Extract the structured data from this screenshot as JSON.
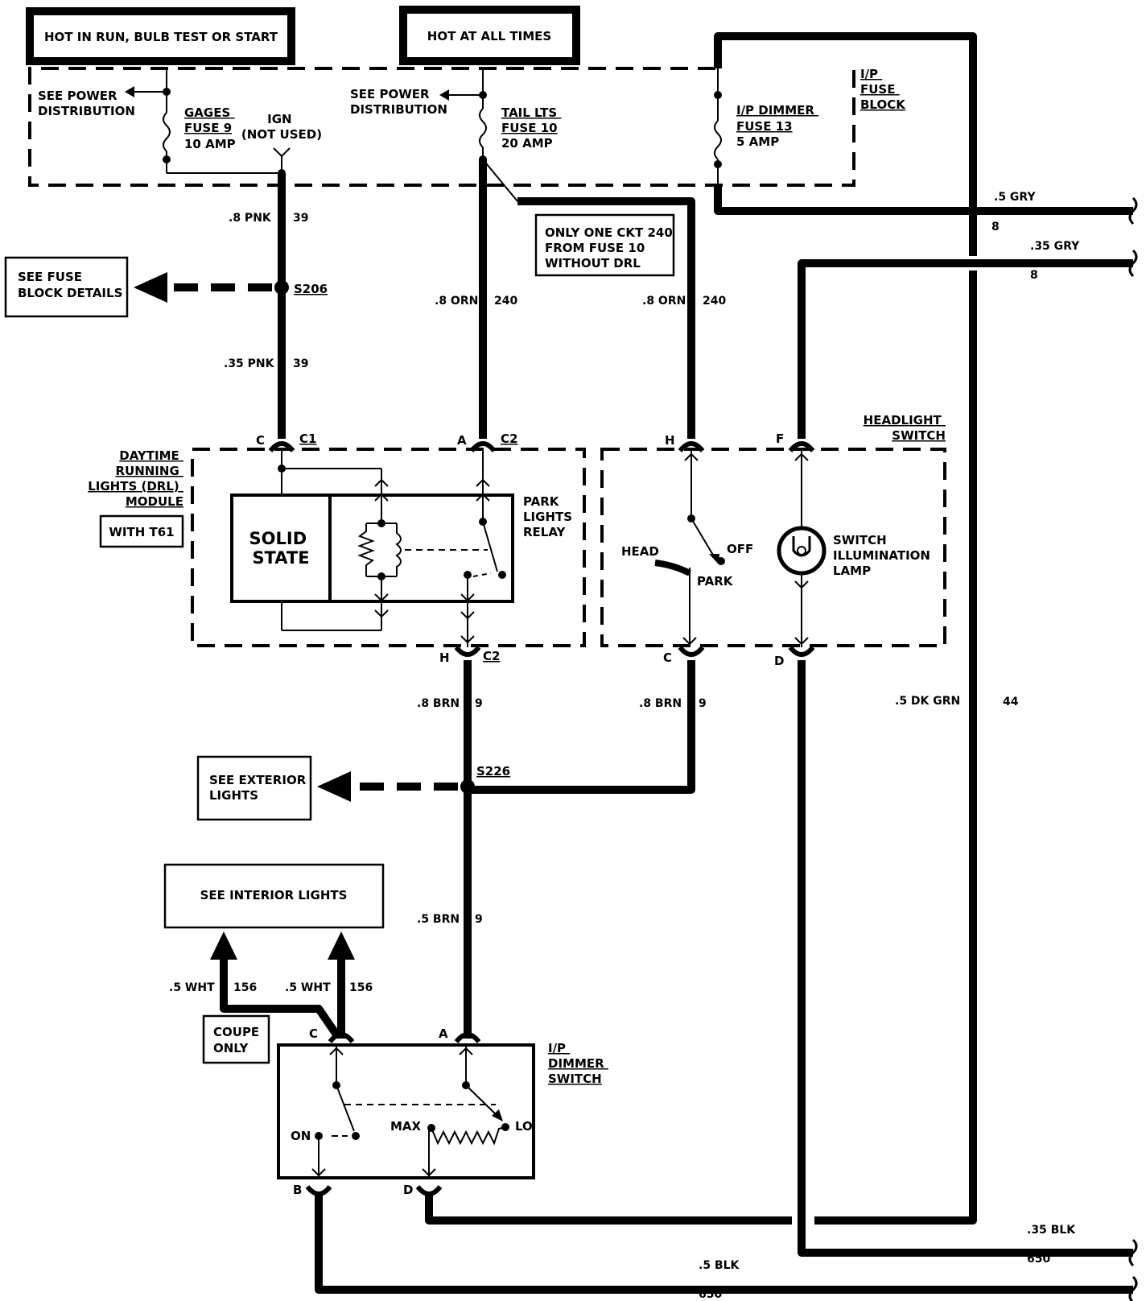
{
  "headers": {
    "hot_in_run": "HOT IN RUN, BULB TEST OR START",
    "hot_at_all_times": "HOT AT ALL TIMES"
  },
  "fuse_block": {
    "title": [
      "I/P",
      "FUSE",
      "BLOCK"
    ],
    "see_power_1": [
      "SEE POWER",
      "DISTRIBUTION"
    ],
    "see_power_2": [
      "SEE POWER",
      "DISTRIBUTION"
    ],
    "gages": [
      "GAGES",
      "FUSE 9",
      "10 AMP"
    ],
    "ign": [
      "IGN",
      "(NOT USED)"
    ],
    "tail": [
      "TAIL LTS",
      "FUSE 10",
      "20 AMP"
    ],
    "dimmer": [
      "I/P DIMMER",
      "FUSE 13",
      "5 AMP"
    ]
  },
  "wires": {
    "w1": ".8 PNK",
    "c1": "39",
    "w2": ".35 PNK",
    "c2": "39",
    "w3": ".8 ORN",
    "c3": "240",
    "w4": ".8 ORN",
    "c4": "240",
    "w5": ".5 GRY",
    "c5": "8",
    "w6": ".35 GRY",
    "c6": "8",
    "w7": ".8 BRN",
    "c7": "9",
    "w8": ".8 BRN",
    "c8": "9",
    "w9": ".5 DK GRN",
    "c9": "44",
    "w10": ".5 BRN",
    "c10": "9",
    "w11": ".5 WHT",
    "c11": "156",
    "w12": ".5 WHT",
    "c12": "156",
    "w13": ".35 BLK",
    "c13": "650",
    "w14": ".5 BLK",
    "c14": "650"
  },
  "splices": {
    "s206": "S206",
    "s226": "S226"
  },
  "callouts": {
    "see_fuse_block": [
      "SEE FUSE",
      "BLOCK DETAILS"
    ],
    "only_one": [
      "ONLY ONE CKT 240",
      "FROM FUSE 10",
      "WITHOUT DRL"
    ],
    "see_exterior": [
      "SEE EXTERIOR",
      "LIGHTS"
    ],
    "see_interior": "SEE INTERIOR LIGHTS",
    "coupe_only": [
      "COUPE",
      "ONLY"
    ]
  },
  "drl_module": {
    "title": [
      "DAYTIME",
      "RUNNING",
      "LIGHTS (DRL)",
      "MODULE"
    ],
    "with_t61": "WITH T61",
    "solid_state": [
      "SOLID",
      "STATE"
    ],
    "relay": [
      "PARK",
      "LIGHTS",
      "RELAY"
    ]
  },
  "headlight_switch": {
    "title": [
      "HEADLIGHT",
      "SWITCH"
    ],
    "head": "HEAD",
    "off": "OFF",
    "park": "PARK",
    "lamp": [
      "SWITCH",
      "ILLUMINATION",
      "LAMP"
    ]
  },
  "dimmer_switch": {
    "title": [
      "I/P",
      "DIMMER",
      "SWITCH"
    ],
    "on": "ON",
    "max": "MAX",
    "lo": "LO"
  },
  "connectors": {
    "c_c": "C",
    "c1": "C1",
    "a_c": "A",
    "c2": "C2",
    "h_top": "H",
    "f_top": "F",
    "h_bot": "H",
    "c2_bot": "C2",
    "c_bot": "C",
    "d_bot": "D",
    "dim_c": "C",
    "dim_a": "A",
    "dim_b": "B",
    "dim_d": "D"
  }
}
